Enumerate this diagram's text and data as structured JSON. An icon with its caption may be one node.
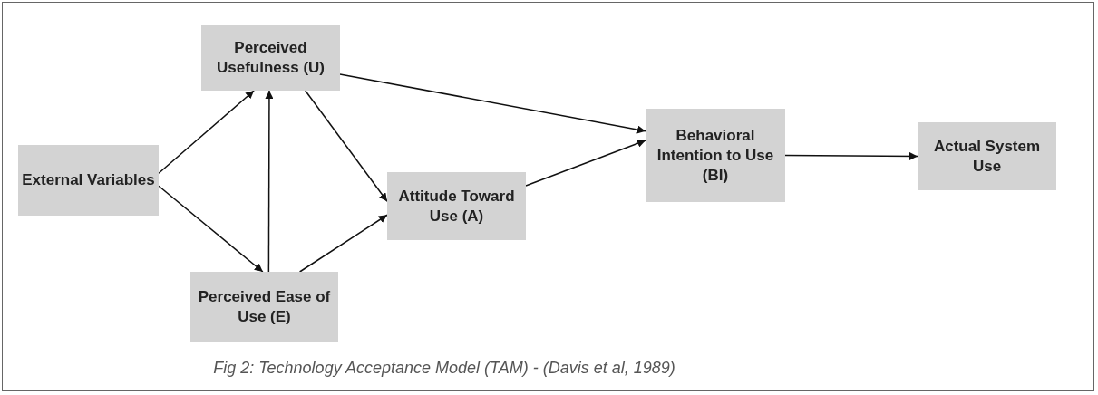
{
  "diagram": {
    "caption": "Fig 2: Technology Acceptance Model (TAM) - (Davis et al, 1989)",
    "nodes": [
      {
        "text": [
          "External Variables"
        ]
      },
      {
        "text": [
          "Perceived Usefulness (U)"
        ]
      },
      {
        "text": [
          "Attitude Toward Use (A)"
        ]
      },
      {
        "text": [
          "Perceived Ease of Use (E)"
        ]
      },
      {
        "text": [
          "Behavioral Intention to Use (BI)"
        ]
      },
      {
        "text": [
          "Actual System Use"
        ]
      }
    ],
    "edges": [
      {
        "from": 0,
        "to": 1,
        "arrow": "to"
      },
      {
        "from": 0,
        "to": 3,
        "arrow": "to"
      },
      {
        "from": 3,
        "to": 1,
        "arrow": "to"
      },
      {
        "from": 1,
        "to": 2,
        "arrow": "to"
      },
      {
        "from": 3,
        "to": 2,
        "arrow": "to"
      },
      {
        "from": 1,
        "to": 4,
        "arrow": "to"
      },
      {
        "from": 2,
        "to": 4,
        "arrow": "to"
      },
      {
        "from": 4,
        "to": 5,
        "arrow": "to"
      }
    ]
  }
}
